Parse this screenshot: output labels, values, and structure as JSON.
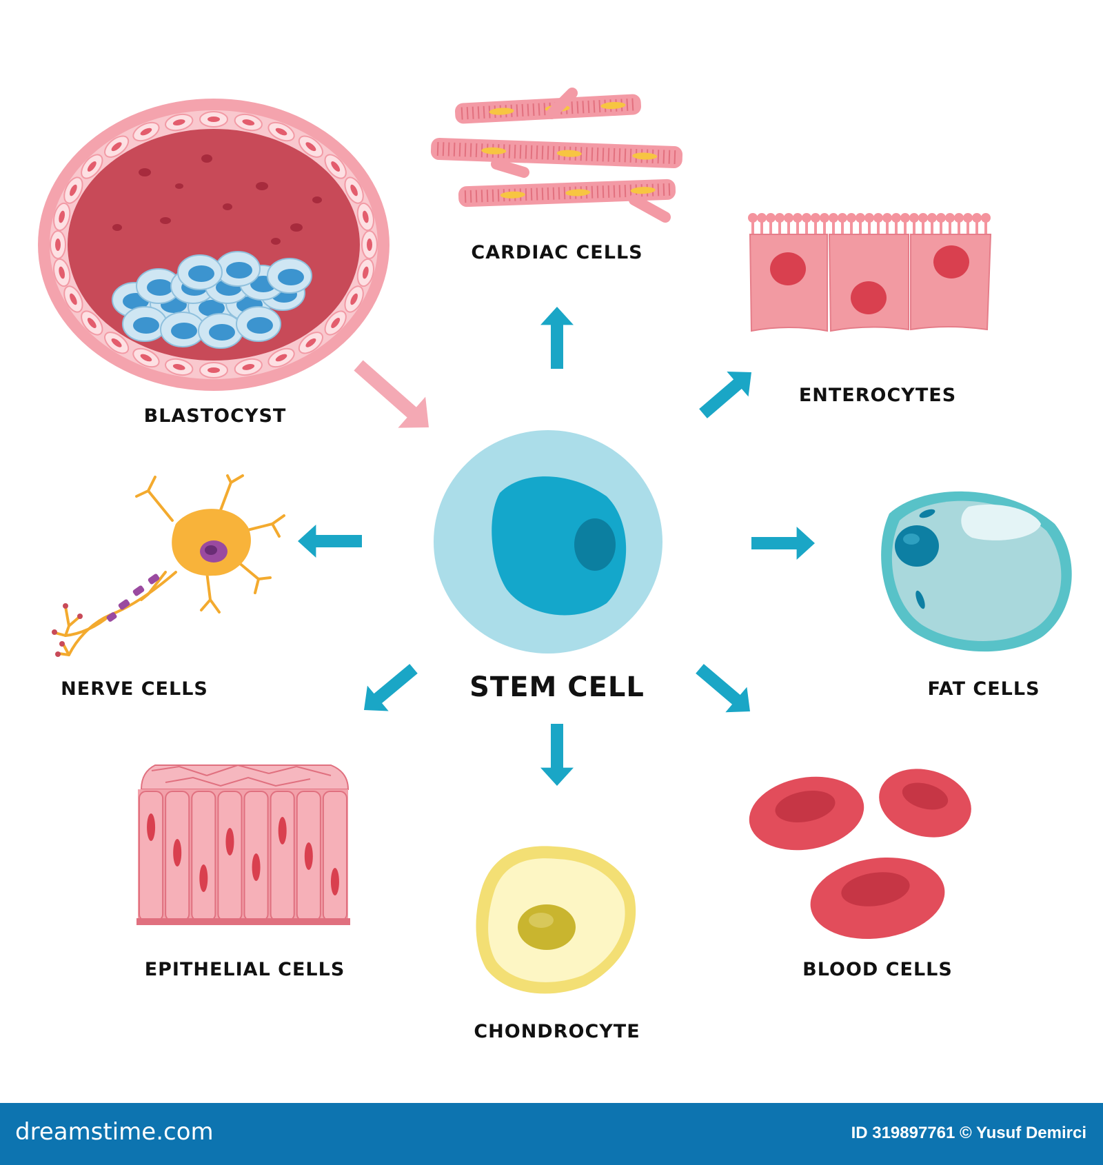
{
  "title": "STEM CELL",
  "labels": {
    "blastocyst": "BLASTOCYST",
    "cardiac": "CARDIAC CELLS",
    "enterocytes": "ENTEROCYTES",
    "nerve": "NERVE CELLS",
    "fat": "FAT CELLS",
    "epithelial": "EPITHELIAL CELLS",
    "chondrocyte": "CHONDROCYTE",
    "blood": "BLOOD CELLS"
  },
  "footer": {
    "brand": "dreamstime.com",
    "credit": "ID 319897761 © Yusuf Demirci"
  },
  "colors": {
    "arrow": "#1aa6c6",
    "blastocyst_arrow": "#f4a9b4",
    "footer_bg": "#0d74b0"
  }
}
